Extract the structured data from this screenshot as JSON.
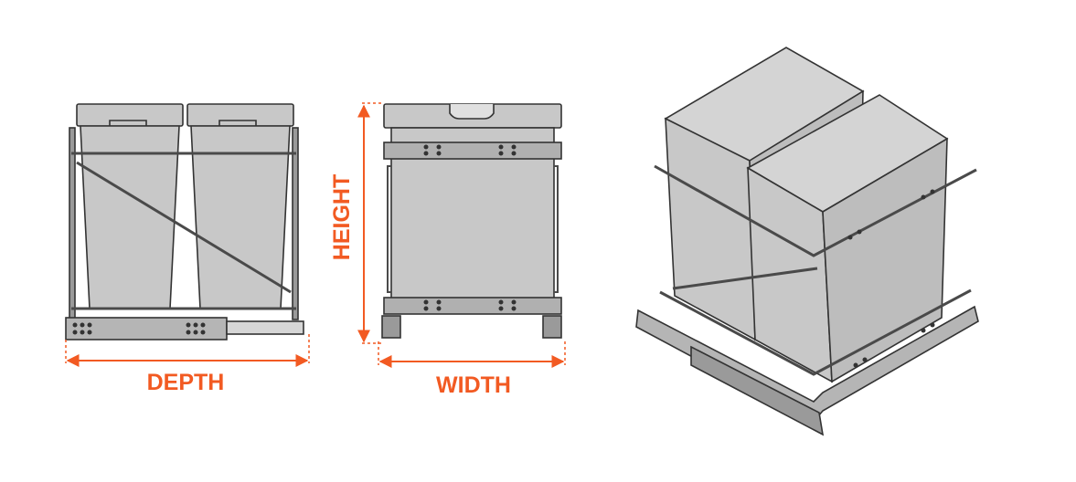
{
  "colors": {
    "accent": "#f25a22",
    "bin_fill": "#c8c8c8",
    "bin_stroke": "#333333",
    "frame": "#4a4a4a",
    "background": "#ffffff"
  },
  "views": {
    "side": {
      "dimension_label": "DEPTH"
    },
    "front": {
      "dimension_label": "WIDTH",
      "height_label": "HEIGHT"
    },
    "iso": {}
  }
}
